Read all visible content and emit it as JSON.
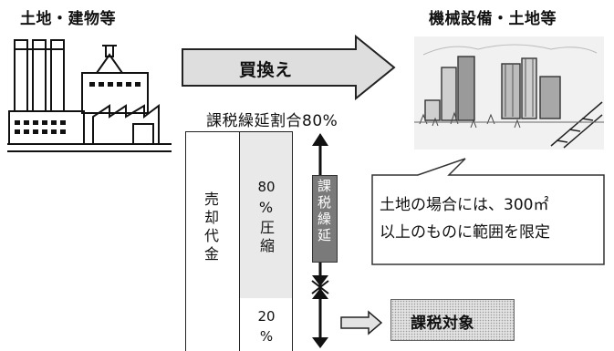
{
  "labels": {
    "left_title": "土地・建物等",
    "right_title": "機械設備・土地等",
    "arrow_label": "買換え",
    "deferral_rate": "課税繰延割合80%",
    "sale_proceeds": "売却代金",
    "compressed_pct": "80",
    "compressed_label": "%圧縮",
    "remaining_pct": "20",
    "remaining_unit": "%",
    "deferral_label": "課税繰延",
    "taxable_target": "課税対象",
    "callout_line1": "土地の場合には、300㎡",
    "callout_line2": "以上のものに範囲を限定"
  },
  "icons": {
    "factory": "factory-icon",
    "industrial_scene": "industrial-scene-icon"
  },
  "colors": {
    "arrow_fill": "#dedede",
    "deferral_bar": "#7a7a7a",
    "speckle": "#e2e2e2"
  }
}
